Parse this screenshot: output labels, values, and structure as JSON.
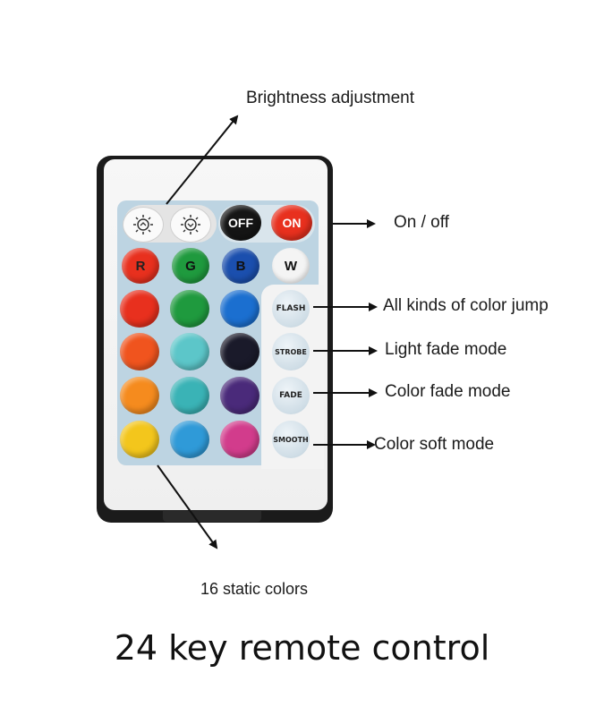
{
  "labels": {
    "brightness": "Brightness adjustment",
    "onoff": "On / off",
    "jump": "All kinds of color jump",
    "light_fade": "Light fade mode",
    "color_fade": "Color fade mode",
    "soft": "Color soft mode",
    "static": "16 static colors"
  },
  "title": "24 key remote control",
  "keys": {
    "off": "OFF",
    "on": "ON",
    "r": "R",
    "g": "G",
    "b": "B",
    "w": "W",
    "flash": "FLASH",
    "strobe": "STROBE",
    "fade": "FADE",
    "smooth": "SMOOTH"
  },
  "colors": {
    "red": "#e8301e",
    "green": "#1f9a3e",
    "blue": "#1b6fd0",
    "orange_red": "#f0541e",
    "light_green": "#3ea35a",
    "black": "#1a1a1a",
    "orange": "#f58b1e",
    "cyan": "#4ec4cf",
    "purple": "#4a2a7a",
    "yellow": "#f3c61c",
    "sky_blue": "#2f9ad8",
    "magenta": "#d23c8c"
  }
}
